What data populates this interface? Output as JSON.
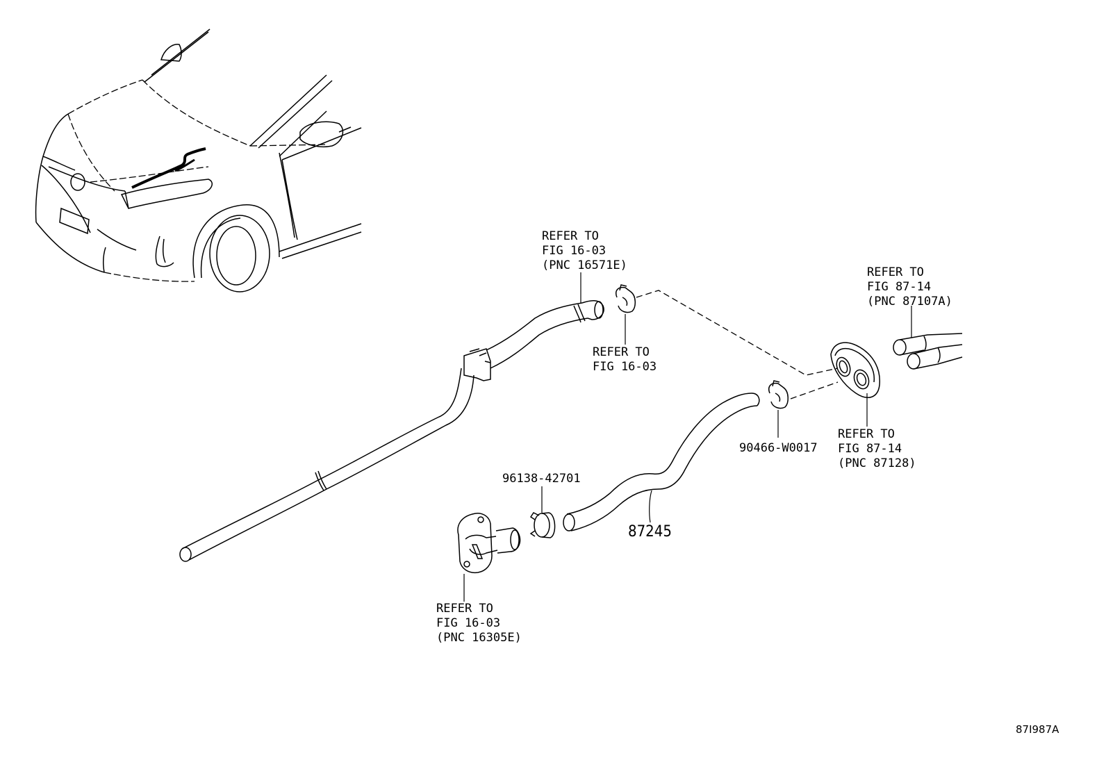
{
  "labels": {
    "refer_16571e": [
      "REFER TO",
      "FIG 16-03",
      "(PNC 16571E)"
    ],
    "refer_clamp_top": [
      "REFER TO",
      "FIG 16-03"
    ],
    "refer_87107a": [
      "REFER TO",
      "FIG 87-14",
      "(PNC 87107A)"
    ],
    "refer_87128": [
      "REFER TO",
      "FIG 87-14",
      "(PNC 87128)"
    ],
    "refer_16305e": [
      "REFER TO",
      "FIG 16-03",
      "(PNC 16305E)"
    ]
  },
  "part_numbers": {
    "clamp_right": "90466-W0017",
    "clamp_left": "96138-42701",
    "hose": "87245"
  },
  "illustration_id": "87I987A"
}
